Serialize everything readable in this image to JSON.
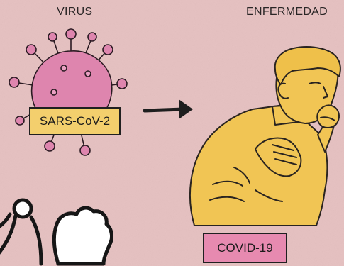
{
  "headings": {
    "virus": "VIRUS",
    "disease": "ENFERMEDAD"
  },
  "labels": {
    "virus": "SARS-CoV-2",
    "disease": "COVID-19"
  },
  "colors": {
    "background": "#e7c3c3",
    "virus_body": "#de85ae",
    "virus_label": "#f3cf6d",
    "person": "#f1c554",
    "disease_label": "#e78ab0",
    "ink": "#202020"
  },
  "icons": {
    "virus": "coronavirus-icon",
    "arrow": "arrow-right-icon",
    "person": "coughing-person-illustration",
    "corner": "cartoon-hands-illustration"
  }
}
